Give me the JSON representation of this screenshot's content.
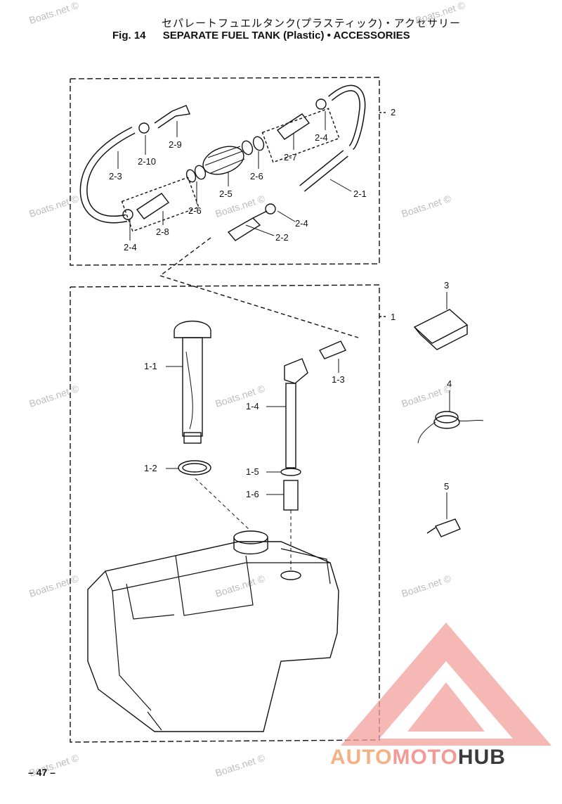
{
  "header": {
    "title_jp": "セパレートフュエルタンク(プラスティック)・アクセサリー",
    "fig_label": "Fig. 14",
    "title_en": "SEPARATE FUEL TANK (Plastic) • ACCESSORIES"
  },
  "page_number": "– 47 –",
  "watermark": "Boats.net ©",
  "logo": {
    "part1": "AUTO",
    "part2": "MOTO",
    "part3": "HUB"
  },
  "labels": {
    "l2": "2",
    "l2_1": "2-1",
    "l2_2": "2-2",
    "l2_3": "2-3",
    "l2_4a": "2-4",
    "l2_4b": "2-4",
    "l2_4c": "2-4",
    "l2_5": "2-5",
    "l2_6a": "2-6",
    "l2_6b": "2-6",
    "l2_7": "2-7",
    "l2_8": "2-8",
    "l2_9": "2-9",
    "l2_10": "2-10",
    "l1": "1",
    "l1_1": "1-1",
    "l1_2": "1-2",
    "l1_3": "1-3",
    "l1_4": "1-4",
    "l1_5": "1-5",
    "l1_6": "1-6",
    "l3": "3",
    "l4": "4",
    "l5": "5"
  }
}
